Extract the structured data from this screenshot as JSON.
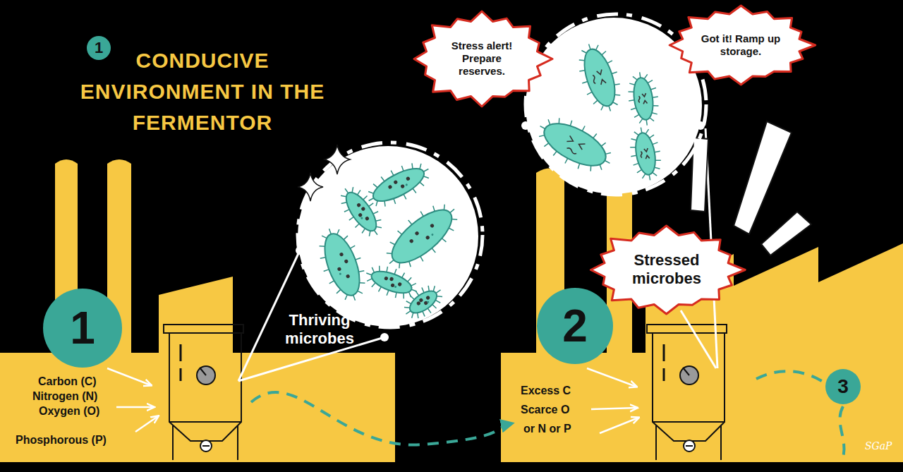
{
  "diagram": {
    "title": "CONDUCIVE ENVIRONMENT IN THE FERMENTOR",
    "nodes": [
      {
        "text": [
          "1"
        ]
      },
      {
        "text": [
          "Stress alert! Prepare reserves."
        ]
      },
      {
        "text": [
          "Got it! Ramp up storage."
        ]
      },
      {
        "text": [
          "Stressed microbes"
        ]
      },
      {
        "text": [
          "1"
        ]
      },
      {
        "text": [
          "2"
        ]
      },
      {
        "text": [
          "3"
        ]
      }
    ],
    "labels": [
      "Carbon (C)",
      "Nitrogen (N)",
      "Oxygen (O)",
      "Phosphorous (P)",
      "Thriving microbes",
      "Excess C",
      "Scarce O",
      "or N or P",
      "SGaP"
    ]
  }
}
